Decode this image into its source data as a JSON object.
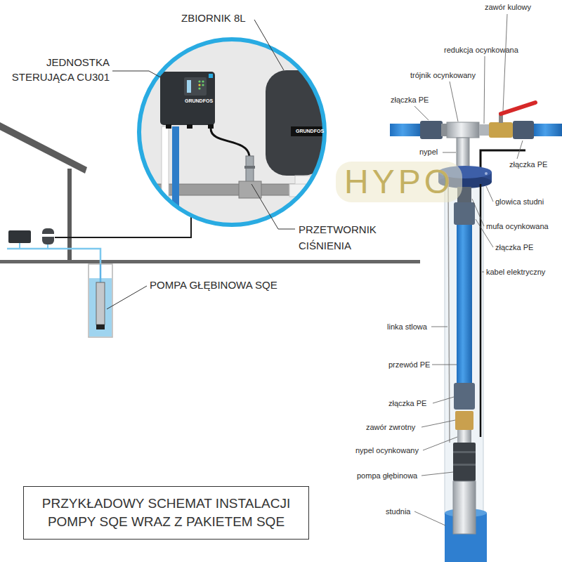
{
  "diagram": {
    "nodes": [
      {
        "text": [
          "PRZYKŁADOWY SCHEMAT INSTALACJI POMPY SQE WRAZ Z PAKIETEM SQE"
        ]
      }
    ],
    "labels": [
      "ZBIORNIK 8L",
      "JEDNOSTKA STERUJĄCA CU301",
      "GRUNDFOS",
      "GRUNDFOS",
      "PRZETWORNIK CIŚNIENIA",
      "POMPA GŁĘBINOWA SQE",
      "zawór kulowy",
      "redukcja ocynkowana",
      "trójnik ocynkowany",
      "złączka PE",
      "nypel",
      "złączka PE",
      "glowica studni",
      "mufa ocynkowana",
      "złączka PE",
      "kabel elektryczny",
      "linka stlowa",
      "przewód PE",
      "złączka PE",
      "zawór zwrotny",
      "nypel ocynkowany",
      "pompa głębinowa",
      "studnia",
      "HYPO"
    ]
  }
}
